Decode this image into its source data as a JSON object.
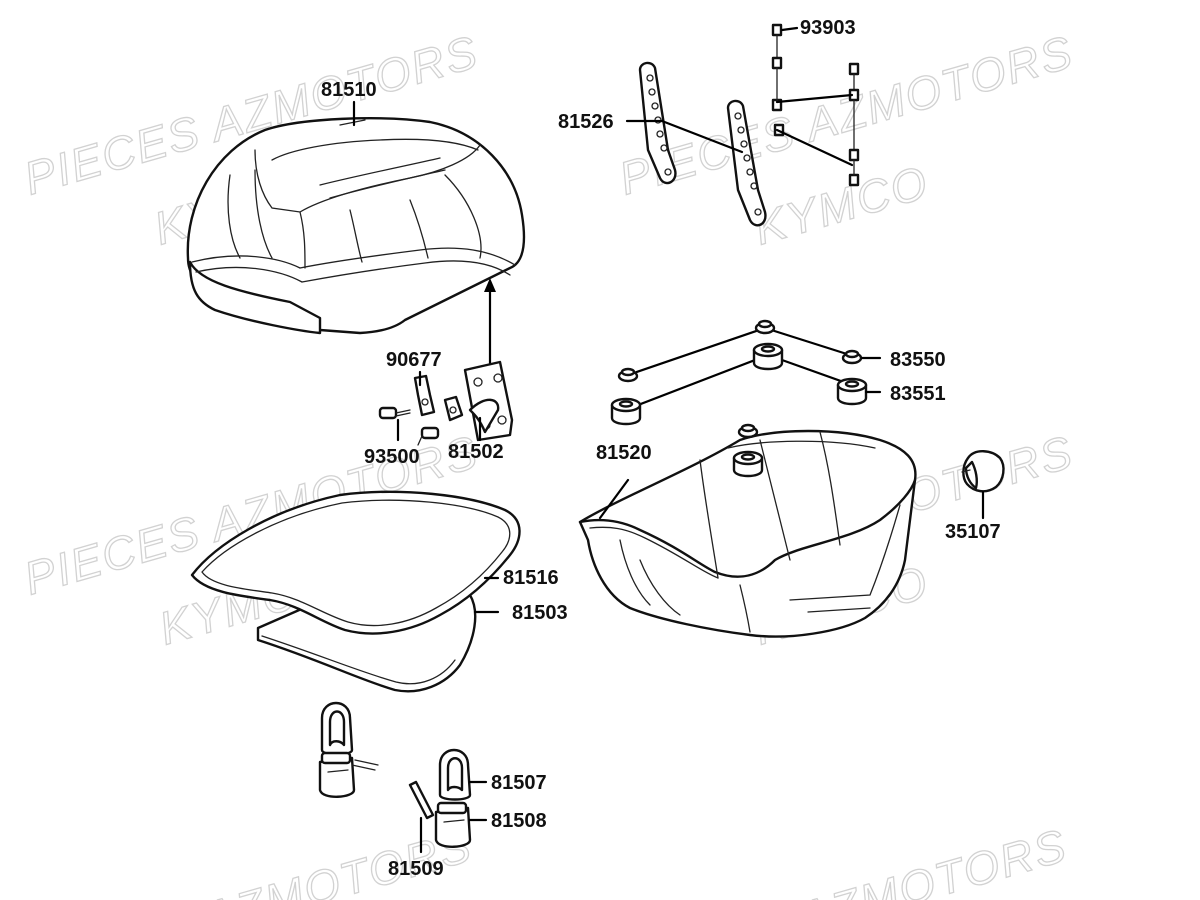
{
  "watermark": {
    "primary": "PIECES AZMOTORS",
    "secondary": "KYMCO",
    "fragment": "AZMOTORS"
  },
  "parts": {
    "p81510": "81510",
    "p81526": "81526",
    "p93903": "93903",
    "p90677": "90677",
    "p93500": "93500",
    "p81502": "81502",
    "p83550": "83550",
    "p83551": "83551",
    "p81520": "81520",
    "p35107": "35107",
    "p81516": "81516",
    "p81503": "81503",
    "p81507": "81507",
    "p81508": "81508",
    "p81509": "81509"
  }
}
